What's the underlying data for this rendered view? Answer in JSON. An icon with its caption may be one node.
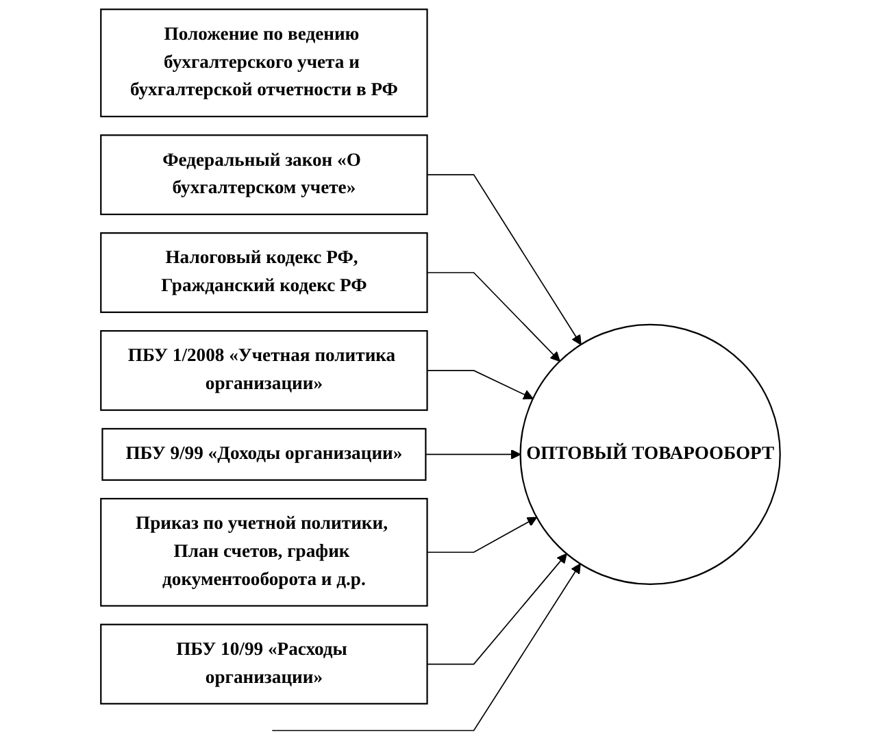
{
  "diagram": {
    "nodes": [
      {
        "text": [
          "Положение по ведению бухгалтерского учета и бухгалтерской отчетности в РФ"
        ]
      },
      {
        "text": [
          "Федеральный закон «О бухгалтерском учете»"
        ]
      },
      {
        "text": [
          "Налоговый кодекс РФ, Гражданский кодекс РФ"
        ]
      },
      {
        "text": [
          "ПБУ 1/2008 «Учетная политика организации»"
        ]
      },
      {
        "text": [
          "ОПТОВЫЙ ТОВАРООБОРТ"
        ]
      },
      {
        "text": [
          "ПБУ 9/99 «Доходы организации»"
        ]
      },
      {
        "text": [
          "Приказ по учетной политики, План счетов, график документооборота и д.р."
        ]
      },
      {
        "text": [
          "ПБУ 10/99 «Расходы организации»"
        ]
      }
    ],
    "edges": [
      {
        "from": 1,
        "to": 4,
        "arrow": "to"
      },
      {
        "from": 2,
        "to": 4,
        "arrow": "to"
      },
      {
        "from": 3,
        "to": 4,
        "arrow": "to"
      },
      {
        "from": 5,
        "to": 4,
        "arrow": "to"
      },
      {
        "from": 6,
        "to": 4,
        "arrow": "to"
      },
      {
        "from": 7,
        "to": 4,
        "arrow": "to"
      },
      {
        "from": null,
        "to": 4,
        "arrow": "to"
      }
    ]
  }
}
